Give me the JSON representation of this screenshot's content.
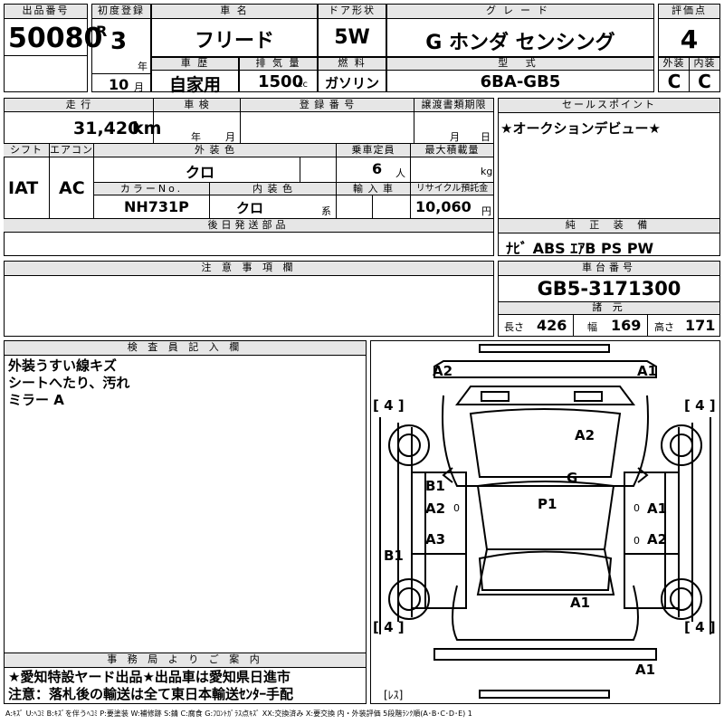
{
  "header": {
    "lot_label": "出品番号",
    "lot": "50080",
    "first_reg_label": "初度登録",
    "era": "R",
    "year": "3",
    "year_unit": "年",
    "month": "10",
    "month_unit": "月",
    "car_name_label": "車 名",
    "car_name": "フリード",
    "door_label": "ドア形状",
    "door": "5W",
    "grade_label": "グレード",
    "grade": "G ホンダ センシング",
    "score_label": "評価点",
    "score": "4",
    "history_label": "車 歴",
    "history": "自家用",
    "disp_label": "排 気 量",
    "disp": "1500",
    "disp_unit": "cc",
    "fuel_label": "燃 料",
    "fuel": "ガソリン",
    "model_label": "型 式",
    "model": "6BA-GB5",
    "ext_label": "外装",
    "ext": "C",
    "int_label": "内装",
    "int": "C"
  },
  "mid": {
    "mileage_label": "走 行",
    "mileage": "31,420",
    "mileage_unit": "km",
    "inspection_label": "車 検",
    "insp_year": "年",
    "insp_month": "月",
    "reg_label": "登 録 番 号",
    "transfer_label": "譲渡書類期限",
    "transfer_month": "月",
    "transfer_day": "日",
    "sales_label": "セールスポイント",
    "sales": "★オークションデビュー★",
    "shift_label": "シフト",
    "shift": "IAT",
    "ac_label": "エアコン",
    "ac": "AC",
    "color_label": "外 装 色",
    "color": "クロ",
    "capacity_label": "乗車定員",
    "capacity": "6",
    "capacity_unit": "人",
    "load_label": "最大積載量",
    "load_unit": "kg",
    "colorno_label": "カラーNo.",
    "colorno": "NH731P",
    "interior_label": "内 装 色",
    "interior": "クロ",
    "interior_unit": "系",
    "import_label": "輸 入 車",
    "recycle_label": "リサイクル預託金",
    "recycle": "10,060",
    "recycle_unit": "円",
    "later_label": "後日発送部品",
    "equip_label": "純 正 装 備",
    "equip": "ﾅﾋﾞ ABS ｴｱB PS PW",
    "notes_label": "注 意 事 項 欄",
    "chassis_label": "車台番号",
    "chassis": "GB5-3171300",
    "dims_label": "諸 元",
    "len_label": "長さ",
    "len": "426",
    "wid_label": "幅",
    "wid": "169",
    "hgt_label": "高さ",
    "hgt": "171"
  },
  "inspector": {
    "label": "検 査 員 記 入 欄",
    "lines": [
      "外装うすい線キズ",
      "シートへたり、汚れ",
      "ミラー A"
    ]
  },
  "office": {
    "label": "事 務 局 よ り ご 案 内",
    "lines": [
      "★愛知特設ヤード出品★出品車は愛知県日進市",
      "注意：落札後の輸送は全て東日本輸送ｾﾝﾀｰ手配"
    ]
  },
  "diagram": {
    "marks": {
      "front_left": "A2",
      "front_right": "A1",
      "tire_fl": "[ 4 ]",
      "tire_fr": "[ 4 ]",
      "tire_rl": "[ 4 ]",
      "tire_rr": "[ 4 ]",
      "hood": "A2",
      "roof": "P1",
      "glass": "G",
      "left_1": "B1",
      "left_2": "A2",
      "left_3": "A3",
      "left_4": "B1",
      "right_1": "A1",
      "right_2": "A2",
      "rear_center": "A1",
      "rear_bumper": "A1",
      "no_spare": "[ﾚｽ]",
      "zero_1": "0",
      "zero_2": "0",
      "zero_3": "0"
    }
  },
  "legend": "A:ｷｽﾞ U:ﾍｺﾐ B:ｷｽﾞを伴うﾍｺﾐ P:要塗装 W:補修跡 S:錆 C:腐食 G:ﾌﾛﾝﾄｶﾞﾗｽ点ｷｽﾞ XX:交換済み X:要交換 内・外装評価 5段階ﾗﾝｸ順(A･B･C･D･E) 1"
}
